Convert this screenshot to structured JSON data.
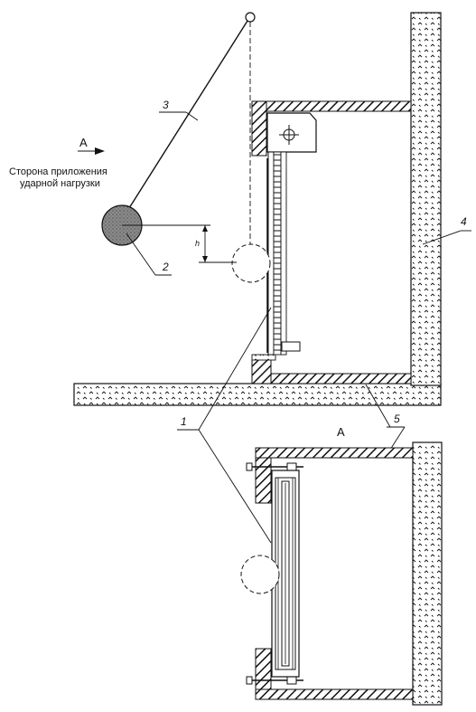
{
  "side_note": {
    "line1": "Сторона приложения",
    "line2": "ударной нагрузки"
  },
  "view_arrow_label": "А",
  "view_title": "А",
  "height_label": "h",
  "callouts": {
    "c1": "1",
    "c2": "2",
    "c3": "3",
    "c4": "4",
    "c5": "5"
  },
  "colors": {
    "line": "#111111",
    "impactor_fill": "#8a8a8a"
  }
}
